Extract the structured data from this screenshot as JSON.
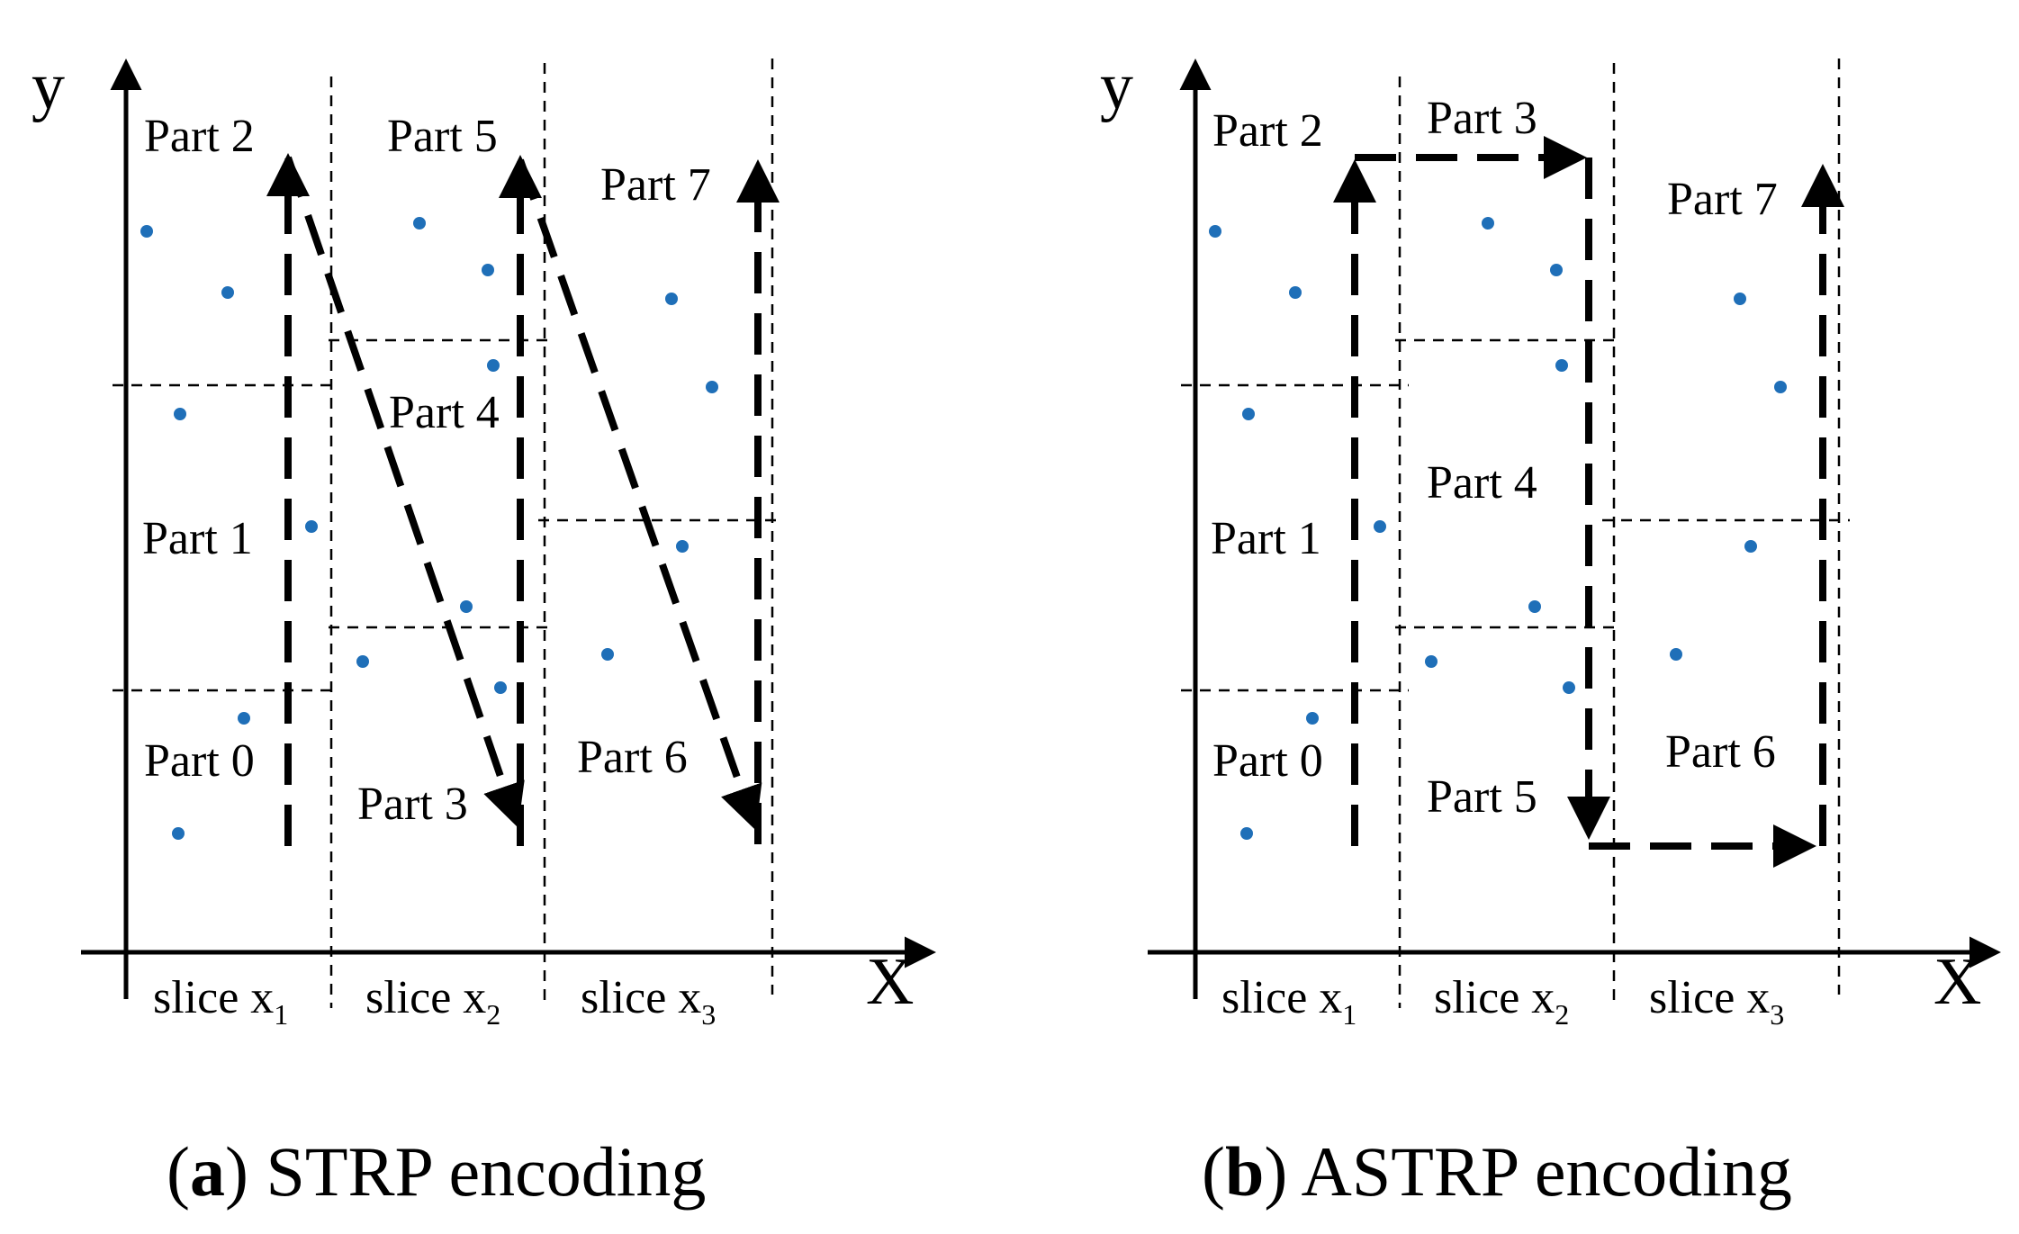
{
  "axes": {
    "x_label": "X",
    "y_label": "y"
  },
  "slices": [
    "slice x",
    "slice x",
    "slice x"
  ],
  "slice_subscripts": [
    "1",
    "2",
    "3"
  ],
  "panel_a": {
    "caption_letter": "a",
    "caption_text": "STRP encoding",
    "parts": [
      "Part 0",
      "Part 1",
      "Part 2",
      "Part 3",
      "Part 4",
      "Part 5",
      "Part 6",
      "Part 7"
    ]
  },
  "panel_b": {
    "caption_letter": "b",
    "caption_text": "ASTRP encoding",
    "parts": [
      "Part 0",
      "Part 1",
      "Part 2",
      "Part 3",
      "Part 4",
      "Part 5",
      "Part 6",
      "Part 7"
    ]
  },
  "colors": {
    "point": "#1f6fb8",
    "line": "#000000"
  }
}
